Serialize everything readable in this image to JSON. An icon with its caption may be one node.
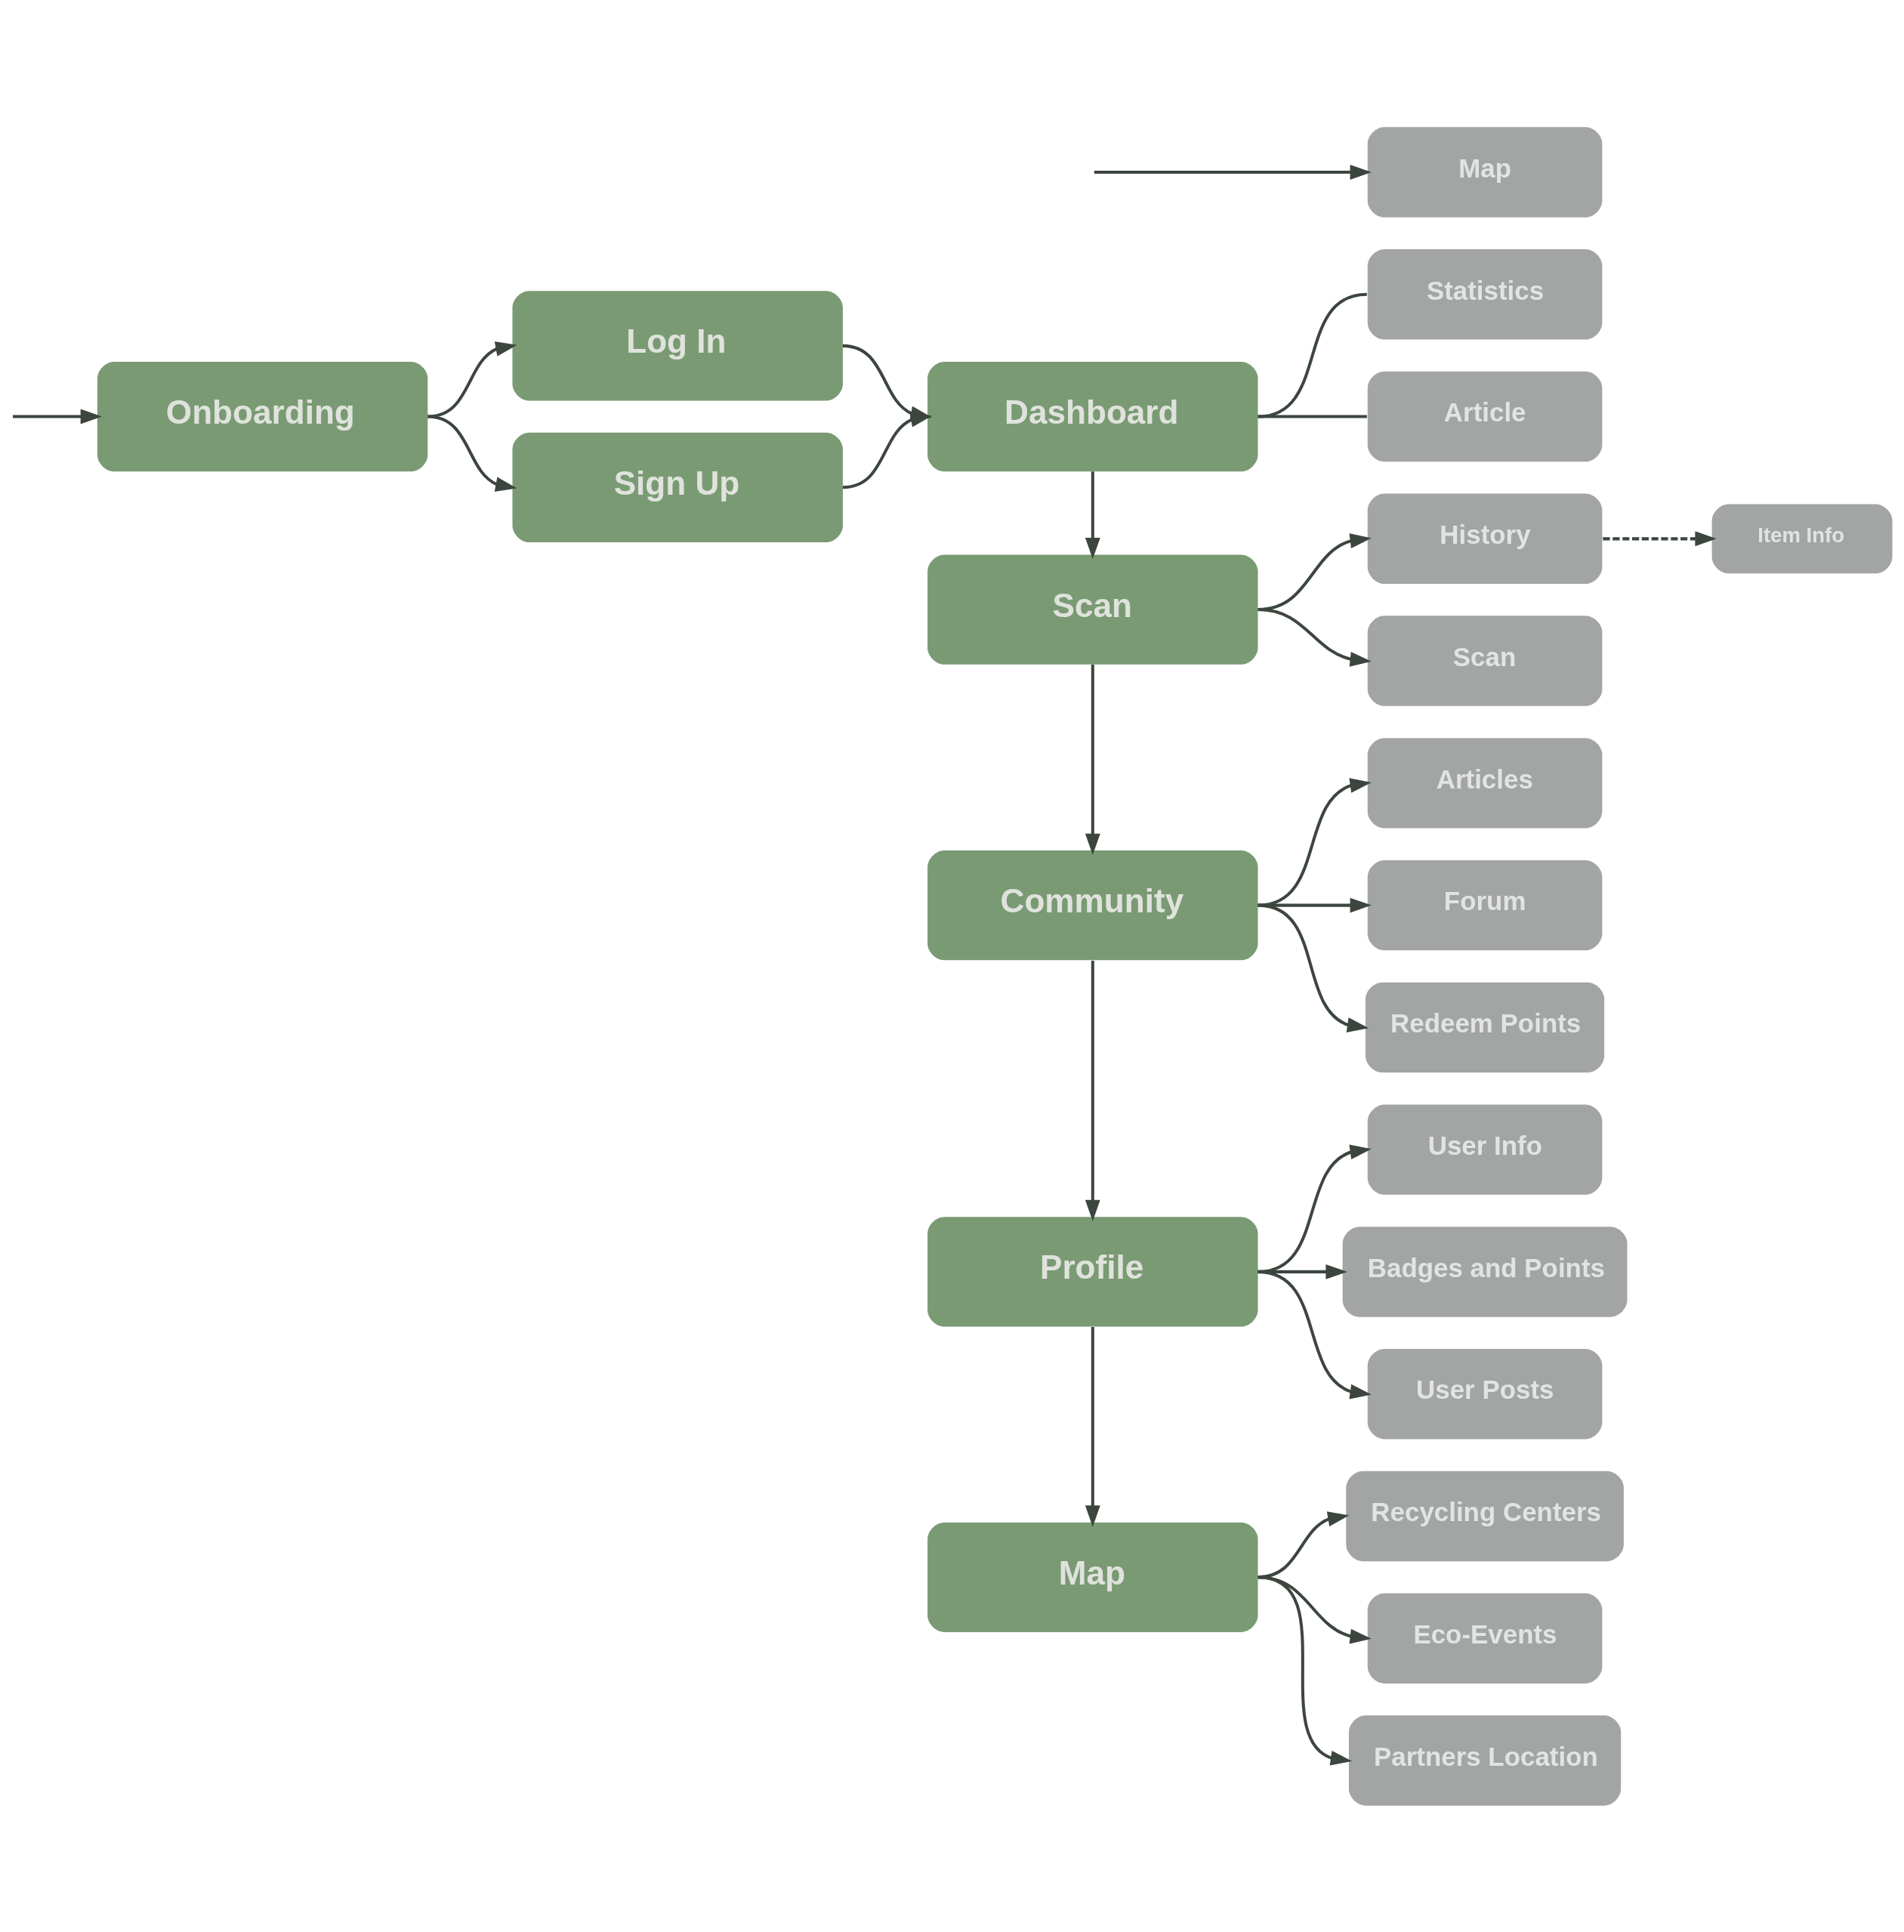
{
  "diagram": {
    "nodes": [
      {
        "text": [
          "Onboarding"
        ]
      },
      {
        "text": [
          "Log In"
        ]
      },
      {
        "text": [
          "Sign Up"
        ]
      },
      {
        "text": [
          "Dashboard"
        ]
      },
      {
        "text": [
          "Statistics"
        ]
      },
      {
        "text": [
          "Article"
        ]
      },
      {
        "text": [
          "Map"
        ]
      },
      {
        "text": [
          "Scan"
        ]
      },
      {
        "text": [
          "History"
        ]
      },
      {
        "text": [
          "Item Info"
        ]
      },
      {
        "text": [
          "Scan"
        ]
      },
      {
        "text": [
          "Community"
        ]
      },
      {
        "text": [
          "Articles"
        ]
      },
      {
        "text": [
          "Forum"
        ]
      },
      {
        "text": [
          "Redeem Points"
        ]
      },
      {
        "text": [
          "Profile"
        ]
      },
      {
        "text": [
          "User Info"
        ]
      },
      {
        "text": [
          "Badges and Points"
        ]
      },
      {
        "text": [
          "User Posts"
        ]
      },
      {
        "text": [
          "Map"
        ]
      },
      {
        "text": [
          "Recycling Centers"
        ]
      },
      {
        "text": [
          "Eco-Events"
        ]
      },
      {
        "text": [
          "Partners Location"
        ]
      }
    ],
    "edges": [
      {
        "from": null,
        "to": 0,
        "arrow": "to"
      },
      {
        "from": 0,
        "to": 1,
        "arrow": "to"
      },
      {
        "from": 0,
        "to": 2,
        "arrow": "to"
      },
      {
        "from": 1,
        "to": 3,
        "arrow": "to"
      },
      {
        "from": 2,
        "to": 3,
        "arrow": "to"
      },
      {
        "from": 3,
        "to": 4,
        "arrow": "none"
      },
      {
        "from": 3,
        "to": 5,
        "arrow": "none"
      },
      {
        "from": null,
        "to": 6,
        "arrow": "to"
      },
      {
        "from": 3,
        "to": 7,
        "arrow": "to"
      },
      {
        "from": 7,
        "to": 8,
        "arrow": "to"
      },
      {
        "from": 7,
        "to": 10,
        "arrow": "to"
      },
      {
        "from": 8,
        "to": 9,
        "arrow": "to",
        "style": "dashed"
      },
      {
        "from": 7,
        "to": 11,
        "arrow": "to"
      },
      {
        "from": 11,
        "to": 12,
        "arrow": "to"
      },
      {
        "from": 11,
        "to": 13,
        "arrow": "to"
      },
      {
        "from": 11,
        "to": 14,
        "arrow": "to"
      },
      {
        "from": 11,
        "to": 15,
        "arrow": "to"
      },
      {
        "from": 15,
        "to": 16,
        "arrow": "to"
      },
      {
        "from": 15,
        "to": 17,
        "arrow": "to"
      },
      {
        "from": 15,
        "to": 18,
        "arrow": "to"
      },
      {
        "from": 15,
        "to": 19,
        "arrow": "to"
      },
      {
        "from": 19,
        "to": 20,
        "arrow": "to"
      },
      {
        "from": 19,
        "to": 21,
        "arrow": "to"
      },
      {
        "from": 19,
        "to": 22,
        "arrow": "to"
      }
    ]
  }
}
